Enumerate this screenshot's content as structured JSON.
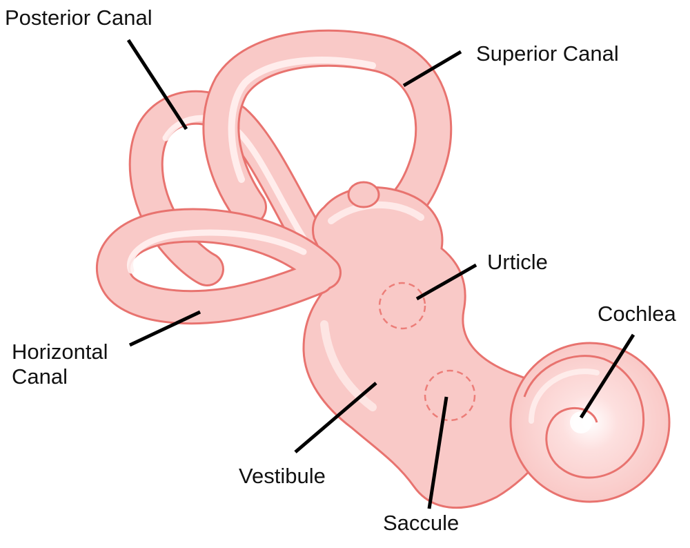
{
  "figure": {
    "colors": {
      "fill": "#f9c9c7",
      "fill_light": "#fde0df",
      "highlight": "#fff1f0",
      "outline": "#e8736f",
      "dashed": "#ec7d78",
      "leader": "#000000"
    },
    "labels": {
      "posterior_canal": "Posterior Canal",
      "superior_canal": "Superior Canal",
      "urticle": "Urticle",
      "cochlea": "Cochlea",
      "horizontal_canal": [
        "Horizontal",
        "Canal"
      ],
      "vestibule": "Vestibule",
      "saccule": "Saccule"
    }
  }
}
